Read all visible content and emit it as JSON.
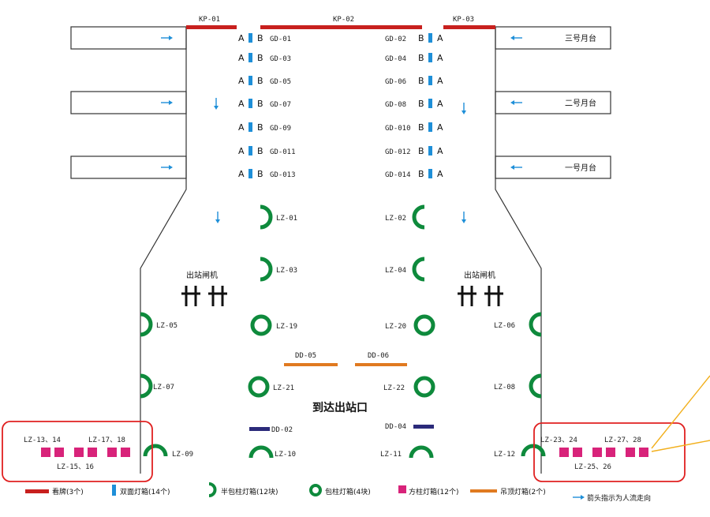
{
  "colors": {
    "board": "#c8201e",
    "double": "#1e8fd8",
    "pillar": "#0e8a3c",
    "square": "#d8237a",
    "ceiling": "#e07a20",
    "dark": "#2b2a7a",
    "callout": "#e02020",
    "leader": "#f2b01e",
    "arrow": "#1e8fd8"
  },
  "kp": [
    "KP-01",
    "KP-02",
    "KP-03"
  ],
  "platforms": [
    "三号月台",
    "二号月台",
    "一号月台"
  ],
  "gd_left": [
    "GD-01",
    "GD-03",
    "GD-05",
    "GD-07",
    "GD-09",
    "GD-011",
    "GD-013"
  ],
  "gd_right": [
    "GD-02",
    "GD-04",
    "GD-06",
    "GD-08",
    "GD-010",
    "GD-012",
    "GD-014"
  ],
  "ab": {
    "a": "A",
    "b": "B"
  },
  "lz_half": [
    "LZ-01",
    "LZ-02",
    "LZ-03",
    "LZ-04"
  ],
  "lz_full": [
    "LZ-19",
    "LZ-20",
    "LZ-21",
    "LZ-22"
  ],
  "lz_side": [
    "LZ-05",
    "LZ-06",
    "LZ-07",
    "LZ-08"
  ],
  "lz_low": [
    "LZ-09",
    "LZ-10",
    "LZ-11",
    "LZ-12"
  ],
  "dd": [
    "DD-05",
    "DD-06"
  ],
  "dd_dark": [
    "DD-02",
    "DD-04"
  ],
  "gate_label": "出站闸机",
  "exit_label": "到达出站口",
  "sq_left": {
    "top_a": "LZ-13、14",
    "top_b": "LZ-17、18",
    "bottom": "LZ-15、16"
  },
  "sq_right": {
    "top_a": "LZ-23、24",
    "top_b": "LZ-27、28",
    "bottom": "LZ-25、26"
  },
  "legend": [
    "看牌(3个)",
    "双面灯箱(14个)",
    "半包柱灯箱(12块)",
    "包柱灯箱(4块)",
    "方柱灯箱(12个)",
    "吊顶灯箱(2个)",
    "箭头指示为人流走向"
  ]
}
